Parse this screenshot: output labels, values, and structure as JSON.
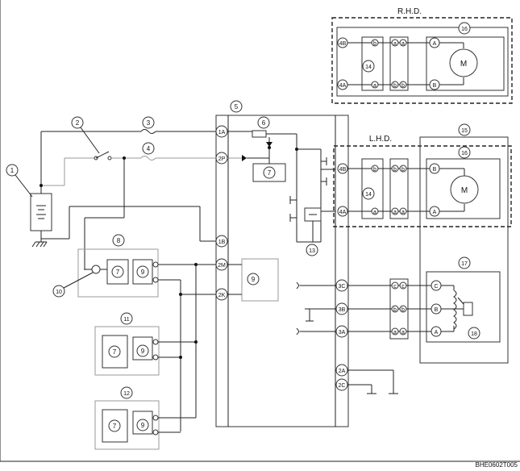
{
  "diagram": {
    "figure_code": "BHE0602T005",
    "rhd_label": "R.H.D.",
    "lhd_label": "L.H.D.",
    "callouts": {
      "n1": "1",
      "n2": "2",
      "n3": "3",
      "n4": "4",
      "n5": "5",
      "n6": "6",
      "n7": "7",
      "n8": "8",
      "n9": "9",
      "n10": "10",
      "n11": "11",
      "n12": "12",
      "n13": "13",
      "n14": "14",
      "n15": "15",
      "n16": "16",
      "n17": "17",
      "n18": "18"
    },
    "terminals": {
      "t1A": "1A",
      "t2P": "2P",
      "t1B": "1B",
      "t2M": "2M",
      "t2K": "2K",
      "t3C": "3C",
      "t3B": "3B",
      "t3A": "3A",
      "t2A": "2A",
      "t2C": "2C",
      "t4B": "4B",
      "t4A": "4A"
    },
    "pins": {
      "a": "a",
      "b": "b",
      "c": "c",
      "A": "A",
      "B": "B",
      "C": "C"
    },
    "motor_symbol": "M",
    "colors": {
      "wire": "#222222",
      "wire_light": "#9a9a9a",
      "background": "#ffffff"
    }
  }
}
